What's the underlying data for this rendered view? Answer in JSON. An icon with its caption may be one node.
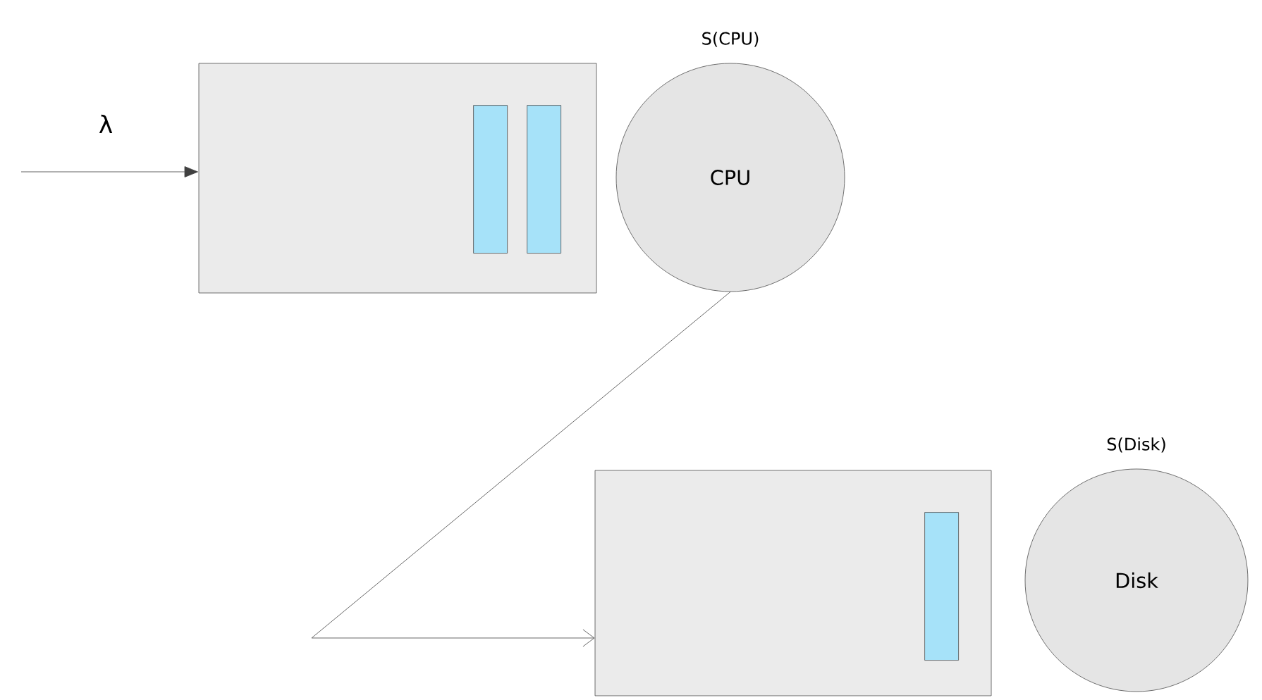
{
  "diagram": {
    "nodes": [
      {
        "text": [],
        "shape": "box"
      },
      {
        "text": [],
        "shape": "bar",
        "in": 0
      },
      {
        "text": [],
        "shape": "bar",
        "in": 0
      },
      {
        "text": [
          "CPU"
        ],
        "beside": [
          "S(CPU)"
        ]
      },
      {
        "text": [],
        "shape": "box"
      },
      {
        "text": [],
        "shape": "bar",
        "in": 4
      },
      {
        "text": [
          "Disk"
        ],
        "beside": [
          "S(Disk)"
        ]
      }
    ],
    "edges": [
      {
        "from": null,
        "to": 0,
        "arrow": "to",
        "label": "λ"
      },
      {
        "from": 3,
        "to": 4,
        "arrow": "to"
      }
    ]
  }
}
